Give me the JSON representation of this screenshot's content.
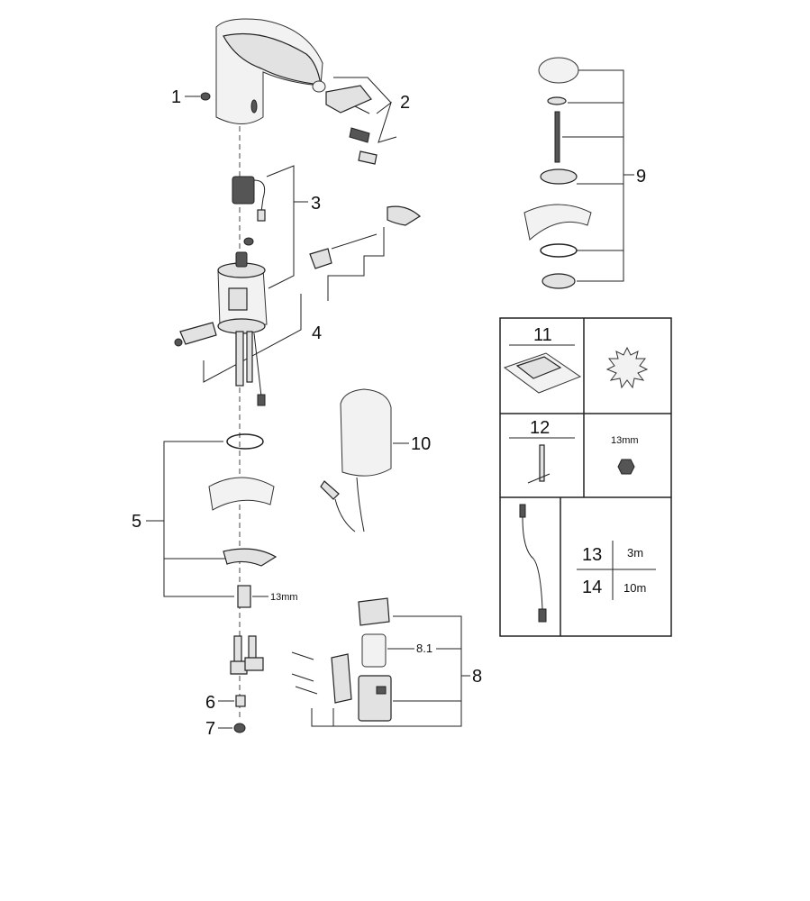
{
  "callouts": {
    "c1": "1",
    "c2": "2",
    "c3": "3",
    "c4": "4",
    "c5": "5",
    "c6": "6",
    "c7": "7",
    "c8": "8",
    "c8_1": "8.1",
    "c9": "9",
    "c10": "10"
  },
  "dimensions": {
    "wrench_size_5": "13mm"
  },
  "accessories_table": {
    "item11": "11",
    "item12": "12",
    "item12_wrench": "13mm",
    "item13": "13",
    "item13_length": "3m",
    "item14": "14",
    "item14_length": "10m"
  }
}
